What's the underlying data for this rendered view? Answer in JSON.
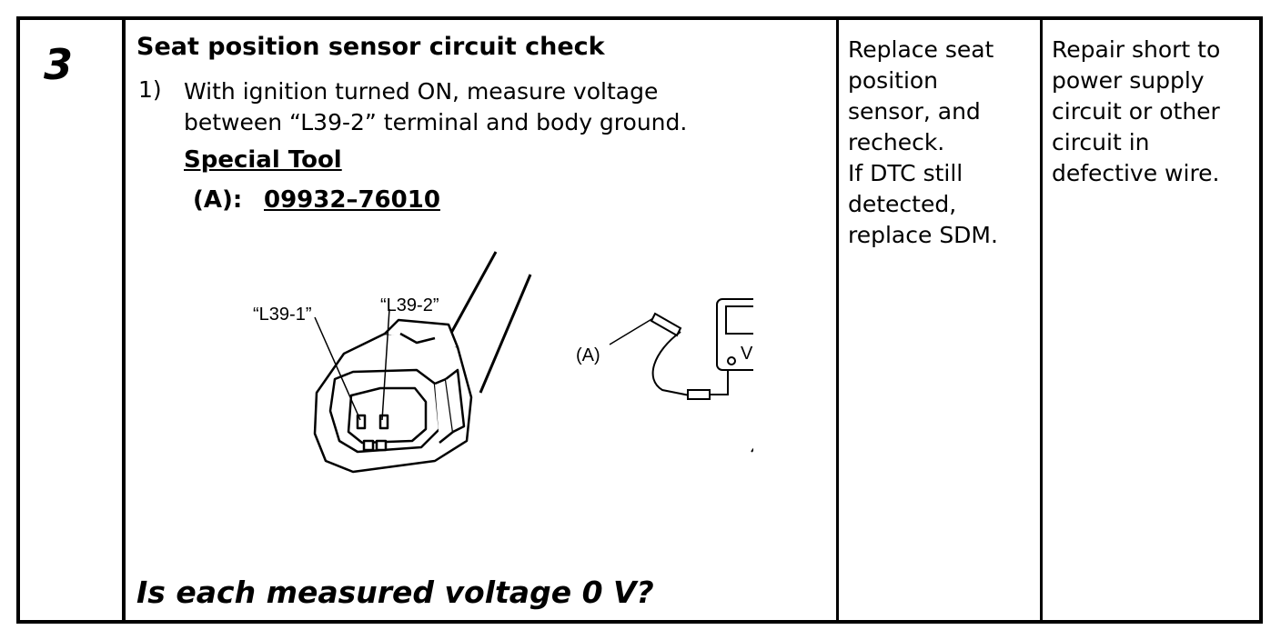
{
  "step_number": "3",
  "check": {
    "title": "Seat position sensor circuit check",
    "item_number": "1)",
    "item_lines": [
      "With ignition turned ON, measure voltage",
      "between “L39-2” terminal and body ground."
    ],
    "special_tool_heading": "Special Tool",
    "tool_label": "(A):",
    "tool_number": "09932–76010",
    "question": "Is each measured voltage 0 V?"
  },
  "figure": {
    "connector_label_1": "“L39-1”",
    "connector_label_2": "“L39-2”",
    "tool_callout": "(A)",
    "meter_symbol": "V"
  },
  "yes_action": "Replace seat\nposition\nsensor, and\nrecheck.\nIf DTC still\ndetected,\nreplace SDM.",
  "no_action": "Repair short to\npower supply\ncircuit or other\ncircuit in\ndefective wire."
}
